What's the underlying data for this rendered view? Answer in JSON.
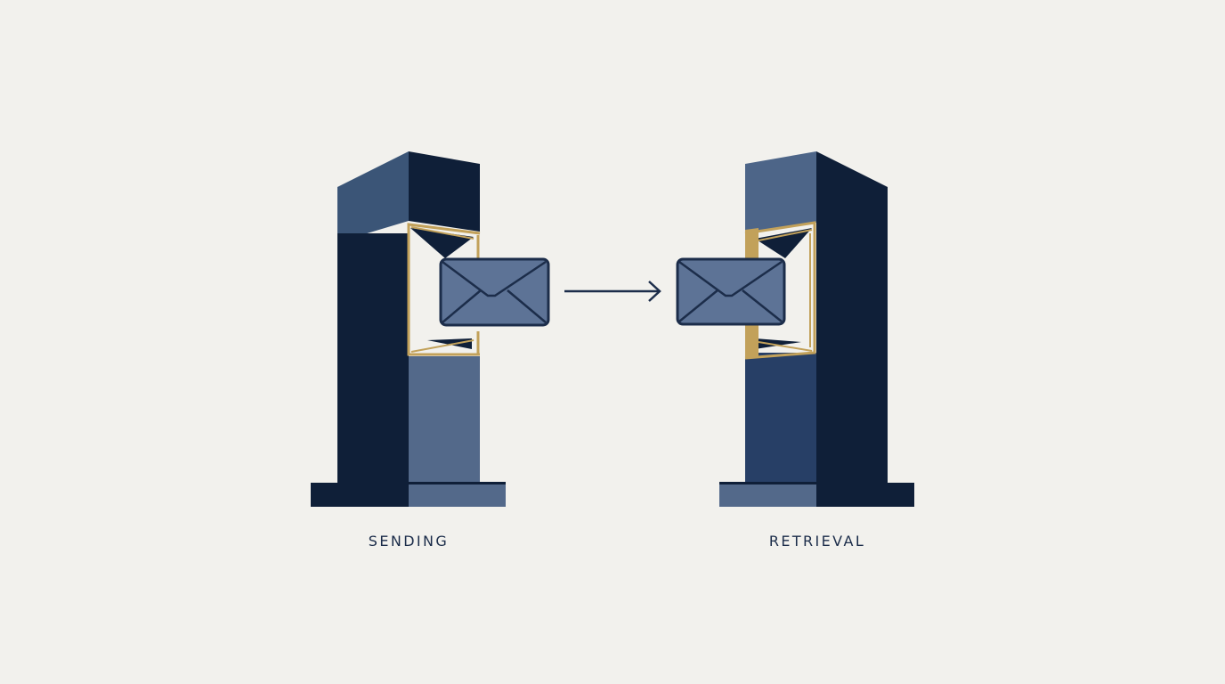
{
  "labels": {
    "sending": "SENDING",
    "retrieval": "RETRIEVAL"
  },
  "icons": {
    "left_tower": "mailbox-tower",
    "right_tower": "mailbox-tower",
    "left_envelope": "envelope-icon",
    "right_envelope": "envelope-icon",
    "arrow": "arrow-right-icon"
  },
  "colors": {
    "background": "#f2f1ed",
    "navy_dark": "#0f1f38",
    "navy_mid": "#3b5577",
    "steel": "#53698a",
    "blue_front": "#273f66",
    "gold": "#c2a15a",
    "envelope_fill": "#5d7396",
    "envelope_stroke": "#1c2d4a",
    "text": "#1c2d4a"
  }
}
